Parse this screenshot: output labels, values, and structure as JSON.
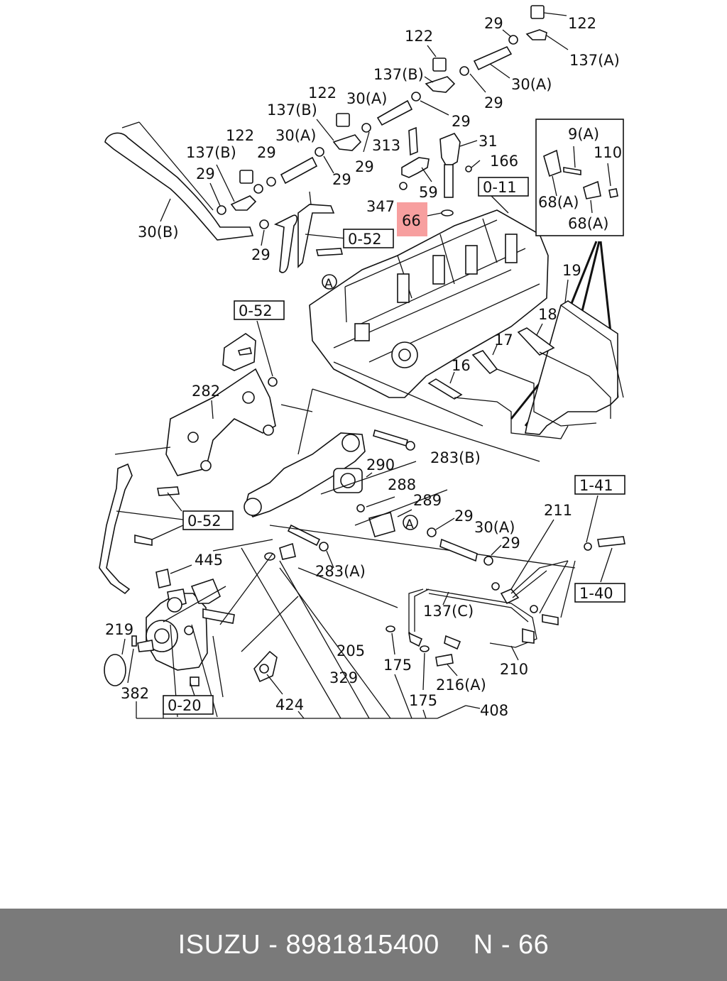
{
  "footer": {
    "brand": "ISUZU",
    "separator": "-",
    "part_number": "8981815400",
    "ref_prefix": "N",
    "ref_separator": "-",
    "ref_number": "66"
  },
  "highlight": {
    "label": "66",
    "color": "#f26b6b"
  },
  "labels": {
    "l122a": "122",
    "l137A_top": "137(A)",
    "l29_top": "29",
    "l30A_top": "30(A)",
    "l122b": "122",
    "l137B_a": "137(B)",
    "l29_b": "29",
    "l122c": "122",
    "l30A_b": "30(A)",
    "l137B_b": "137(B)",
    "l29_c": "29",
    "l122d": "122",
    "l30A_c": "30(A)",
    "l137B_c": "137(B)",
    "l29_d": "29",
    "l29_e": "29",
    "l313": "313",
    "l31": "31",
    "l166": "166",
    "l29_f": "29",
    "l59": "59",
    "l347": "347",
    "l66": "66",
    "l30B": "30(B)",
    "l29_g": "29",
    "l9A": "9(A)",
    "l110": "110",
    "l68A_a": "68(A)",
    "l68A_b": "68(A)",
    "l19": "19",
    "l18": "18",
    "l17": "17",
    "l16": "16",
    "l282": "282",
    "l290": "290",
    "l283B": "283(B)",
    "l288": "288",
    "l289": "289",
    "l29_h": "29",
    "l30A_d": "30(A)",
    "l29_i": "29",
    "l211": "211",
    "l445": "445",
    "l283A": "283(A)",
    "l137C": "137(C)",
    "l219": "219",
    "l205": "205",
    "l175a": "175",
    "l210": "210",
    "l216A": "216(A)",
    "l382": "382",
    "l329": "329",
    "l175b": "175",
    "l424": "424",
    "l408": "408",
    "circleA1": "A",
    "circleA2": "A"
  },
  "boxed": {
    "b011": "0-11",
    "b052a": "0-52",
    "b052b": "0-52",
    "b052c": "0-52",
    "b141": "1-41",
    "b140": "1-40",
    "b020": "0-20"
  }
}
